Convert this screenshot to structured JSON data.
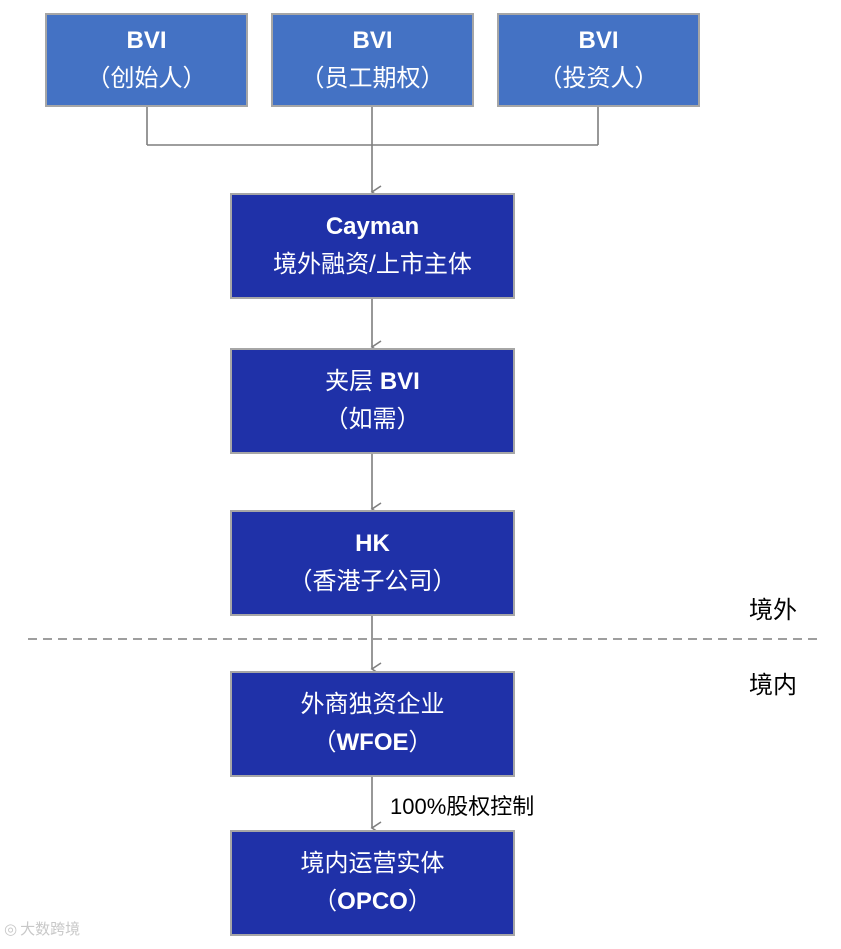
{
  "top_row": [
    {
      "title": "BVI",
      "subtitle": "（创始人）"
    },
    {
      "title": "BVI",
      "subtitle": "（员工期权）"
    },
    {
      "title": "BVI",
      "subtitle": "（投资人）"
    }
  ],
  "cayman": {
    "title": "Cayman",
    "subtitle": "境外融资/上市主体"
  },
  "mid_bvi": {
    "prefix": "夹层 ",
    "bold": "BVI",
    "subtitle": "（如需）"
  },
  "hk": {
    "title": "HK",
    "subtitle": "（香港子公司）"
  },
  "wfoe": {
    "title": "外商独资企业",
    "subtitle_open": "（",
    "subtitle_bold": "WFOE",
    "subtitle_close": "）"
  },
  "opco": {
    "title": "境内运营实体",
    "subtitle_open": "（",
    "subtitle_bold": "OPCO",
    "subtitle_close": "）"
  },
  "labels": {
    "offshore": "境外",
    "onshore": "境内",
    "control": "100%股权控制"
  },
  "watermark": {
    "icon": "watermark-logo-icon",
    "text": "大数跨境"
  },
  "colors": {
    "top_box": "#4472c4",
    "main_box": "#1f31a8",
    "connector": "#7f7f7f",
    "divider": "#7f7f7f"
  }
}
